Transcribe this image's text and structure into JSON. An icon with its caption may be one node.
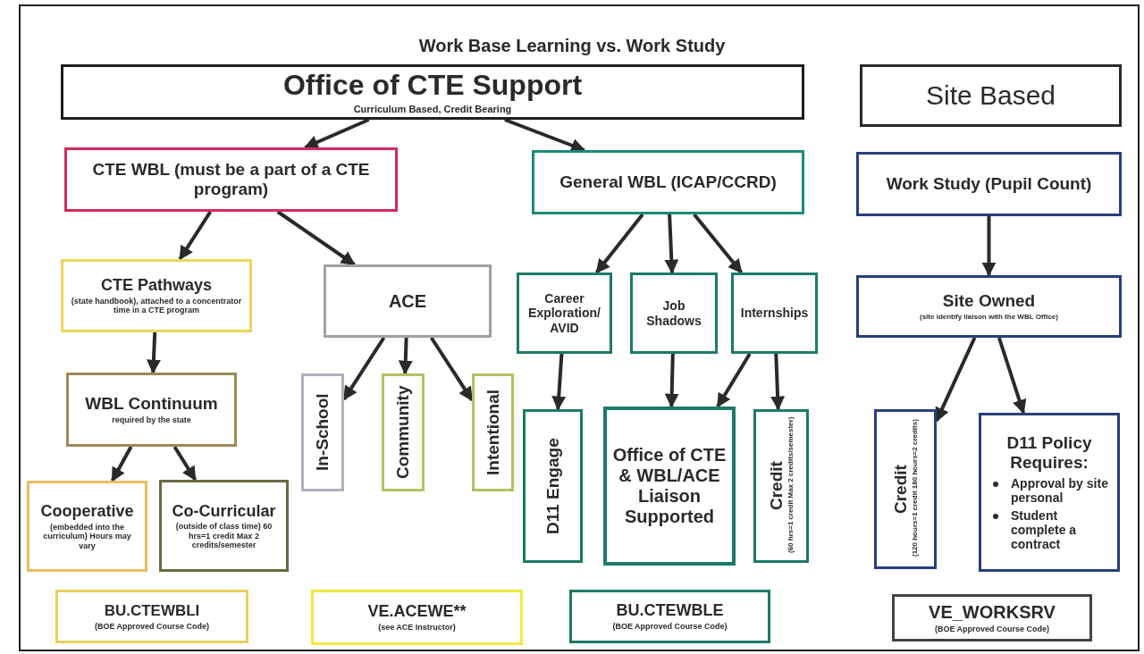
{
  "diagram": {
    "title": "Work Base Learning vs. Work Study",
    "nodes": [
      {
        "text": [
          "Office of CTE Support",
          "Curriculum Based, Credit Bearing"
        ]
      },
      {
        "text": [
          "Site Based"
        ]
      },
      {
        "text": [
          "CTE WBL (must be a part of a CTE program)"
        ]
      },
      {
        "text": [
          "General WBL (ICAP/CCRD)"
        ]
      },
      {
        "text": [
          "Work Study (Pupil Count)"
        ]
      },
      {
        "text": [
          "CTE Pathways",
          "(state handbook), attached to a concentrator time in a CTE program"
        ]
      },
      {
        "text": [
          "ACE"
        ]
      },
      {
        "text": [
          "Career Exploration/ AVID"
        ]
      },
      {
        "text": [
          "Job Shadows"
        ]
      },
      {
        "text": [
          "Internships"
        ]
      },
      {
        "text": [
          "Site Owned",
          "(site identify liaison with the WBL Office)"
        ]
      },
      {
        "text": [
          "WBL Continuum",
          "required by the state"
        ]
      },
      {
        "text": [
          "In-School"
        ]
      },
      {
        "text": [
          "Community"
        ]
      },
      {
        "text": [
          "Intentional"
        ]
      },
      {
        "text": [
          "D11 Engage"
        ]
      },
      {
        "text": [
          "Office of CTE & WBL/ACE Liaison Supported"
        ]
      },
      {
        "text": [
          "Credit",
          "(60 hrs=1 credit Max 2 credits/semester)"
        ]
      },
      {
        "text": [
          "Credit",
          "(120 hours=1 credit 180 hours=2 credits)"
        ]
      },
      {
        "text": [
          "D11 Policy Requires:",
          "Approval by site personal",
          "Student complete a contract"
        ]
      },
      {
        "text": [
          "Cooperative",
          "(embedded into the curriculum) Hours may vary"
        ]
      },
      {
        "text": [
          "Co-Curricular",
          "(outside of class time) 60 hrs=1 credit Max 2 credits/semester"
        ]
      },
      {
        "text": [
          "BU.CTEWBLI",
          "(BOE Approved Course Code)"
        ]
      },
      {
        "text": [
          "VE.ACEWE**",
          "(see ACE Instructor)"
        ]
      },
      {
        "text": [
          "BU.CTEWBLE",
          "(BOE Approved Course Code)"
        ]
      },
      {
        "text": [
          "VE_WORKSRV",
          "(BOE Approved Course Code)"
        ]
      }
    ],
    "edges": [
      {
        "from": 0,
        "to": 2,
        "arrow": "to"
      },
      {
        "from": 0,
        "to": 3,
        "arrow": "to"
      },
      {
        "from": 2,
        "to": 5,
        "arrow": "to"
      },
      {
        "from": 2,
        "to": 6,
        "arrow": "to"
      },
      {
        "from": 3,
        "to": 7,
        "arrow": "to"
      },
      {
        "from": 3,
        "to": 8,
        "arrow": "to"
      },
      {
        "from": 3,
        "to": 9,
        "arrow": "to"
      },
      {
        "from": 4,
        "to": 10,
        "arrow": "to"
      },
      {
        "from": 5,
        "to": 11,
        "arrow": "to"
      },
      {
        "from": 6,
        "to": 12,
        "arrow": "to"
      },
      {
        "from": 6,
        "to": 13,
        "arrow": "to"
      },
      {
        "from": 6,
        "to": 14,
        "arrow": "to"
      },
      {
        "from": 7,
        "to": 15,
        "arrow": "to"
      },
      {
        "from": 8,
        "to": 16,
        "arrow": "to"
      },
      {
        "from": 9,
        "to": 16,
        "arrow": "to"
      },
      {
        "from": 9,
        "to": 17,
        "arrow": "to"
      },
      {
        "from": 10,
        "to": 18,
        "arrow": "to"
      },
      {
        "from": 10,
        "to": 19,
        "arrow": "to"
      },
      {
        "from": 11,
        "to": 20,
        "arrow": "to"
      },
      {
        "from": 11,
        "to": 21,
        "arrow": "to"
      }
    ]
  }
}
